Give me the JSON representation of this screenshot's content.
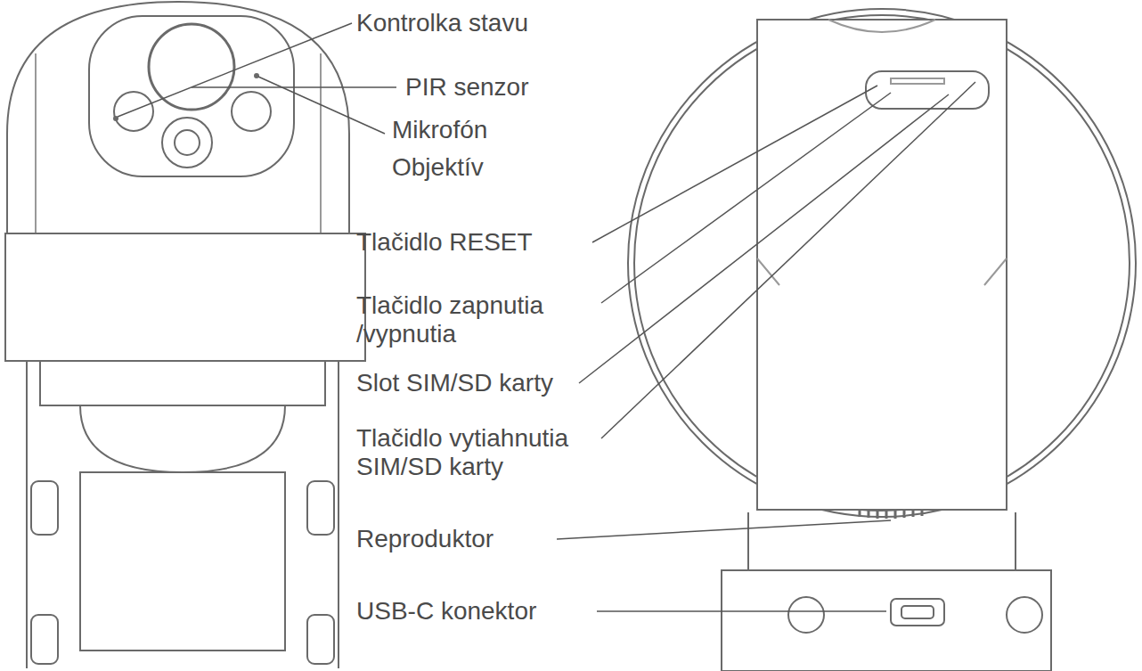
{
  "diagram": {
    "labels": [
      "Kontrolka stavu",
      "PIR senzor",
      "Mikrofón",
      "Objektív",
      "Tlačidlo RESET",
      "Tlačidlo zapnutia /vypnutia",
      "Slot SIM/SD karty",
      "Tlačidlo vytiahnutia SIM/SD karty",
      "Reproduktor",
      "USB-C konektor"
    ]
  }
}
